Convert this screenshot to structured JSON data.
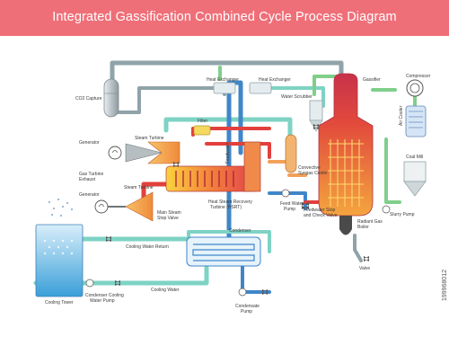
{
  "title": "Integrated Gassification Combined Cycle Process Diagram",
  "watermark": "199968012",
  "colors": {
    "header": "#ef6f78",
    "gray_pipe": "#8fa3a8",
    "teal_pipe": "#7ed3c4",
    "blue_pipe": "#3f86c9",
    "red_pipe": "#e2403c",
    "orange_pipe": "#f2a15a",
    "green_pipe": "#7fcf8a",
    "water": "#4aa7dd"
  },
  "labels": {
    "co2_capture": "CO2 Capture",
    "heat_exchanger_1": "Heat Exchanger",
    "heat_exchanger_2": "Heat Exchanger",
    "water_scrubber": "Water Scrubber",
    "gassifier": "Gassifier",
    "compressor": "Compressor",
    "air_cooler": "Air Cooler",
    "coal_mill": "Coal Mill",
    "filter": "Filter",
    "generator_1": "Generator",
    "steam_turbine_1": "Steam Turbine",
    "gas_turbine_exhaust_1": "Gas Turbine",
    "gas_turbine_exhaust_2": "Exhaust",
    "feedwater": "Feedwater",
    "convective_syngas_1": "Convective",
    "convective_syngas_2": "Syngas Cooler",
    "generator_2": "Generator",
    "steam_turbine_2": "Steam Turbine",
    "hrsg_1": "Heat Steam Recovery",
    "hrsg_2": "Turbine (HSRT)",
    "main_steam_1": "Main Steam",
    "main_steam_2": "Stop Valve",
    "feed_water_pump_1": "Feed Water",
    "feed_water_pump_2": "Pump",
    "feedwater_stop_1": "Feedwater Stop",
    "feedwater_stop_2": "and Check Valve",
    "radiant_gas_1": "Radiant Gas",
    "radiant_gas_2": "Boiler",
    "slurry_pump": "Slurry Pump",
    "condenser": "Condenser",
    "cooling_water_return": "Cooling Water Return",
    "cooling_tower": "Cooling Tower",
    "condenser_cooling_pump_1": "Condenser Cooling",
    "condenser_cooling_pump_2": "Water Pump",
    "cooling_water": "Cooling Water",
    "condensate_pump_1": "Condensate",
    "condensate_pump_2": "Pump",
    "valve": "Valve"
  }
}
